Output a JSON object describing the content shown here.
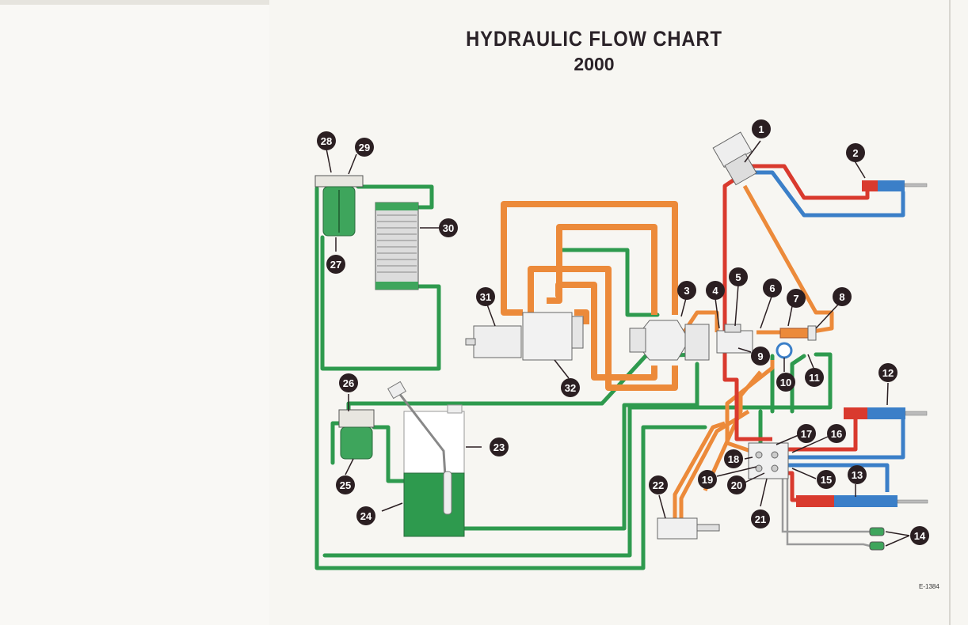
{
  "title": "HYDRAULIC FLOW CHART",
  "subtitle": "2000",
  "figure_code": "E-1384",
  "colors": {
    "return_line": "#2e9a4e",
    "pump_pressure": "#ec8a3a",
    "cylinder_extend": "#d93a2e",
    "cylinder_retract": "#3b7fc8",
    "callout": "#2b1f22"
  },
  "callouts": [
    "1",
    "2",
    "3",
    "4",
    "5",
    "6",
    "7",
    "8",
    "9",
    "10",
    "11",
    "12",
    "13",
    "14",
    "15",
    "16",
    "17",
    "18",
    "19",
    "20",
    "21",
    "22",
    "23",
    "24",
    "25",
    "26",
    "27",
    "28",
    "29",
    "30",
    "31",
    "32"
  ]
}
